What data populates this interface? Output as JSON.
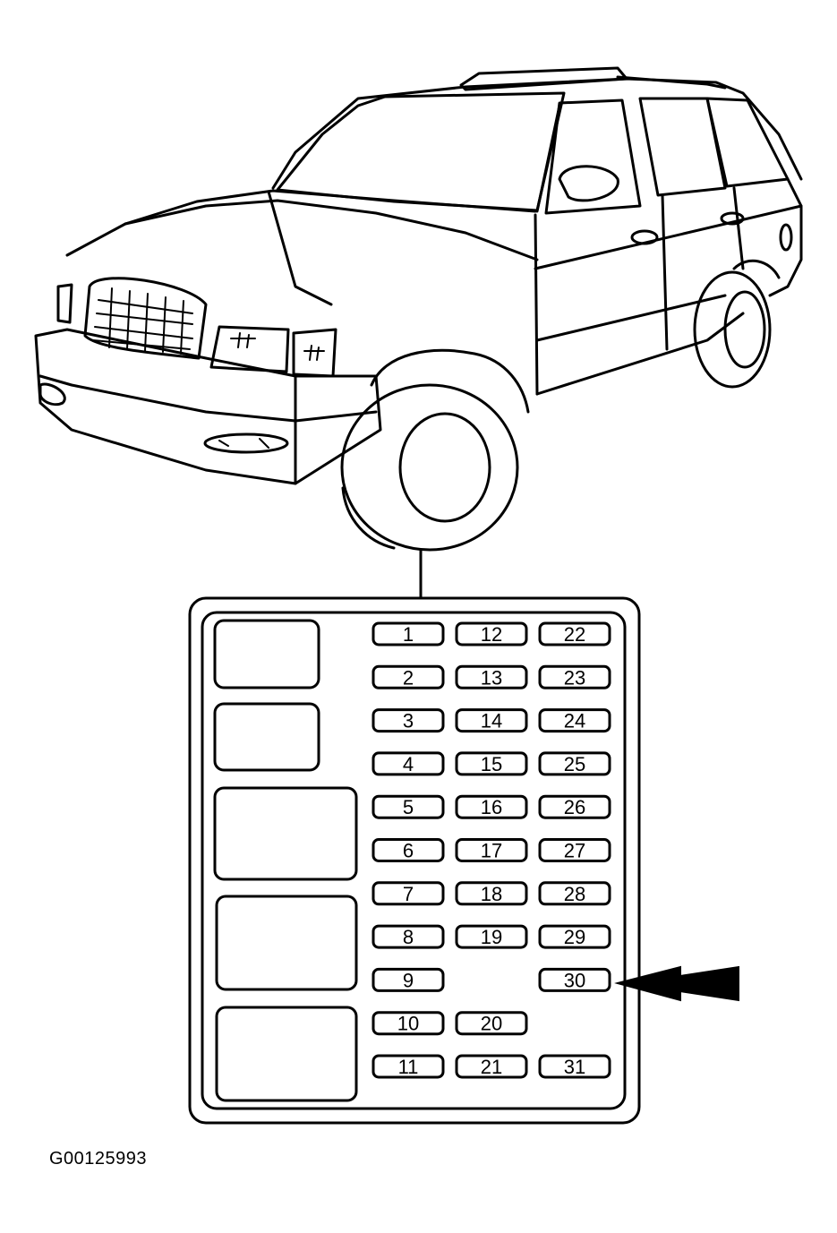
{
  "diagram": {
    "image_code": "G00125993",
    "highlighted_fuse": "30",
    "fuses": [
      {
        "label": "1"
      },
      {
        "label": "2"
      },
      {
        "label": "3"
      },
      {
        "label": "4"
      },
      {
        "label": "5"
      },
      {
        "label": "6"
      },
      {
        "label": "7"
      },
      {
        "label": "8"
      },
      {
        "label": "9"
      },
      {
        "label": "10"
      },
      {
        "label": "11"
      },
      {
        "label": "12"
      },
      {
        "label": "13"
      },
      {
        "label": "14"
      },
      {
        "label": "15"
      },
      {
        "label": "16"
      },
      {
        "label": "17"
      },
      {
        "label": "18"
      },
      {
        "label": "19"
      },
      {
        "label": "20"
      },
      {
        "label": "21"
      },
      {
        "label": "22"
      },
      {
        "label": "23"
      },
      {
        "label": "24"
      },
      {
        "label": "25"
      },
      {
        "label": "26"
      },
      {
        "label": "27"
      },
      {
        "label": "28"
      },
      {
        "label": "29"
      },
      {
        "label": "30"
      },
      {
        "label": "31"
      }
    ]
  }
}
